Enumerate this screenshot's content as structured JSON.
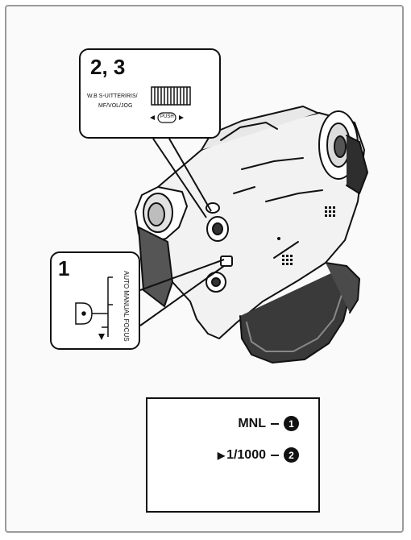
{
  "callout_top": {
    "step": "2, 3",
    "wb_label": "W.B S-UITTERIRIS/",
    "mf_label": "MF/VOL/JOG",
    "push_label": "PUSH"
  },
  "callout_left": {
    "step": "1",
    "focus_label": "AUTO MANUAL FOCUS"
  },
  "lcd": {
    "mode_text": "MNL",
    "mode_marker": "1",
    "shutter_arrow": "▶",
    "shutter_text": "1/1000",
    "shutter_marker": "2"
  }
}
